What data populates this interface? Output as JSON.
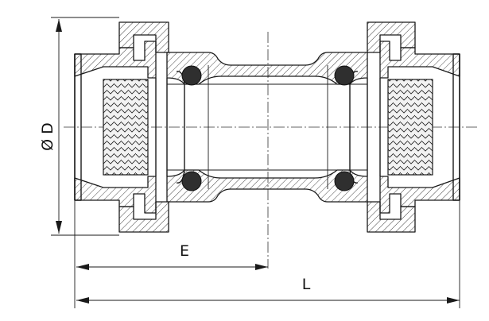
{
  "dimensions": {
    "diameter_label": "Ø D",
    "insertion_label": "E",
    "length_label": "L"
  },
  "colors": {
    "line": "#1a1a1a",
    "oring": "#2f2f2f",
    "background": "#ffffff"
  }
}
